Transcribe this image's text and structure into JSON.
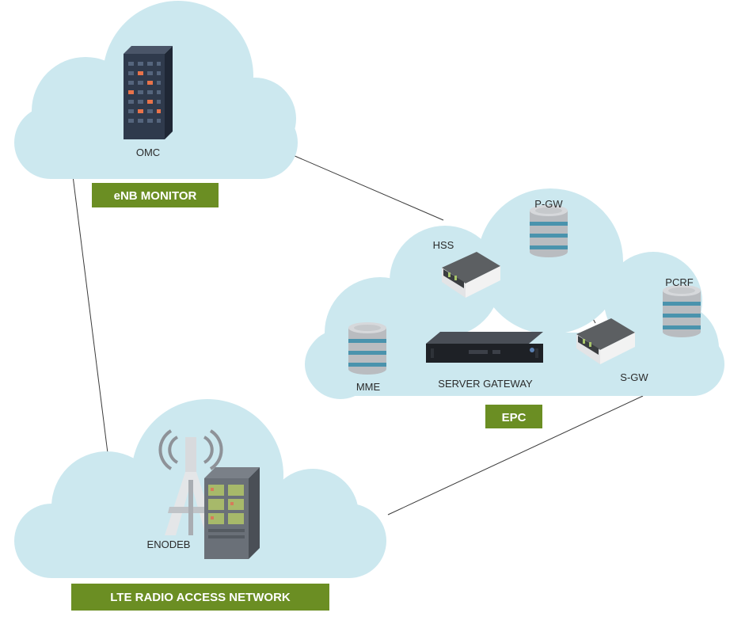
{
  "colors": {
    "cloud": "#cce8ef",
    "badge": "#6b8e23",
    "line": "#3a3a3a",
    "disk_gray": "#b9bcc0",
    "disk_blue": "#4a93ad",
    "dark_server": "#2f3a4c"
  },
  "clouds": {
    "omc": {
      "node_label": "OMC",
      "badge": "eNB MONITOR",
      "icon": "server-rack-icon"
    },
    "epc": {
      "badge": "EPC"
    },
    "ran": {
      "node_label": "ENODEB",
      "badge": "LTE RADIO ACCESS NETWORK",
      "icon": "cell-tower-icon"
    }
  },
  "epc_nodes": {
    "hss": {
      "label": "HSS",
      "icon": "appliance-icon"
    },
    "pgw": {
      "label": "P-GW",
      "icon": "database-icon"
    },
    "pcrf": {
      "label": "PCRF",
      "icon": "database-icon"
    },
    "mme": {
      "label": "MME",
      "icon": "database-icon"
    },
    "server_gateway": {
      "label": "SERVER GATEWAY",
      "icon": "rack-server-icon"
    },
    "sgw": {
      "label": "S-GW",
      "icon": "appliance-icon"
    }
  }
}
